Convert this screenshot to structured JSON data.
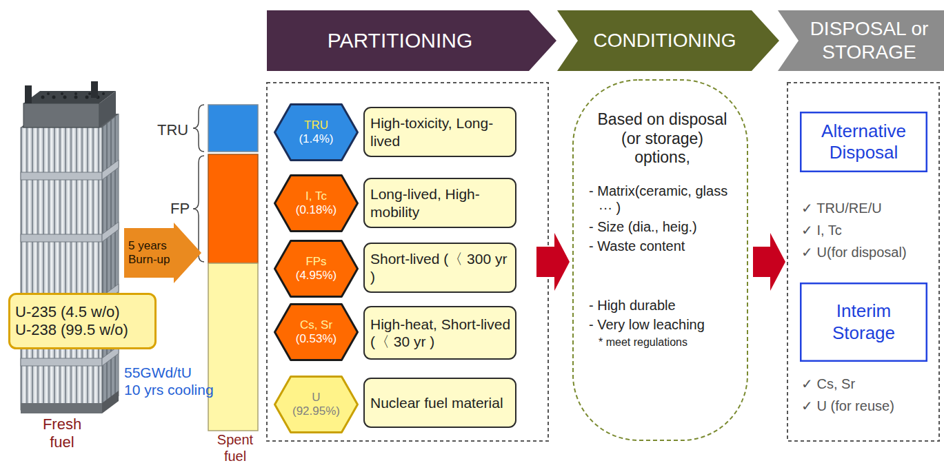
{
  "diagram": {
    "nodes": [
      {
        "text": [
          "PARTITIONING"
        ]
      },
      {
        "text": [
          "CONDITIONING"
        ]
      },
      {
        "text": [
          "DISPOSAL or STORAGE"
        ]
      },
      {
        "text": [
          "U-235 (4.5 w/o)",
          "U-238 (99.5 w/o)"
        ]
      },
      {
        "text": [
          "5 years Burn-up"
        ]
      },
      {
        "text": [
          "TRU",
          "(1.4%)"
        ]
      },
      {
        "text": [
          "High-toxicity, Long-lived"
        ]
      },
      {
        "text": [
          "I, Tc",
          "(0.18%)"
        ]
      },
      {
        "text": [
          "Long-lived, High-mobility"
        ]
      },
      {
        "text": [
          "FPs",
          "(4.95%)"
        ]
      },
      {
        "text": [
          "Short-lived (〈 300 yr )"
        ]
      },
      {
        "text": [
          "Cs, Sr",
          "(0.53%)"
        ]
      },
      {
        "text": [
          "High-heat, Short-lived (〈 30 yr )"
        ]
      },
      {
        "text": [
          "U",
          "(92.95%)"
        ]
      },
      {
        "text": [
          "Nuclear fuel material"
        ]
      },
      {
        "text": [
          "Based on disposal (or storage) options,",
          "- Matrix(ceramic, glass ··· )",
          "- Size (dia., heig.)",
          "- Waste content",
          "- High durable",
          "- Very low leaching",
          "* meet regulations"
        ]
      },
      {
        "text": [
          "Alternative Disposal"
        ]
      },
      {
        "text": [
          "Interim Storage"
        ]
      }
    ],
    "labels": [
      "TRU",
      "FP",
      "Spent fuel",
      "Fresh fuel",
      "55GWd/tU",
      "10 yrs cooling",
      "✓ TRU/RE/U",
      "✓ I, Tc",
      "✓ U(for disposal)",
      "✓ Cs, Sr",
      "✓ U (for reuse)"
    ]
  }
}
